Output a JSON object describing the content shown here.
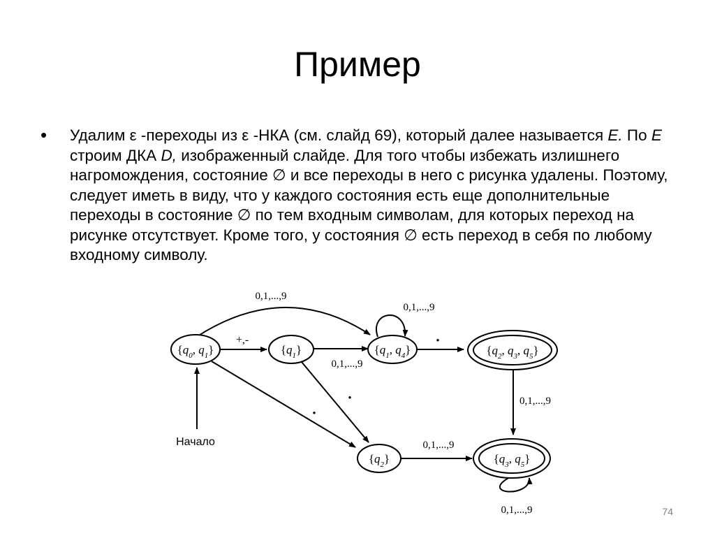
{
  "slide": {
    "title": "Пример",
    "bullet_symbol": "•",
    "paragraph": {
      "p1": "Удалим ε -переходы из ε -НКА (см. слайд 69), который далее называется ",
      "e1": "E.",
      "p2": " По ",
      "e2": "E",
      "p3": " строим ДКА ",
      "d": "D,",
      "p4": " изображенный слайде. Для того чтобы избежать излишнего нагромождения, состояние ∅ и все переходы в него с рисунка удалены. Поэтому, следует иметь в виду, что у каждого состояния есть еще дополнительные переходы в состояние ∅ по тем входным символам, для которых переход на рисунке отсутствует. Кроме того, у состояния ∅ есть переход в себя по любому входному символу."
    },
    "page_number": "74"
  },
  "diagram": {
    "states": {
      "s_q0q1": {
        "q": [
          "0",
          "1"
        ]
      },
      "s_q1": {
        "q": [
          "1"
        ]
      },
      "s_q1q4": {
        "q": [
          "1",
          "4"
        ]
      },
      "s_q2q3q5": {
        "q": [
          "2",
          "3",
          "5"
        ],
        "accepting": true
      },
      "s_q2": {
        "q": [
          "2"
        ]
      },
      "s_q3q5": {
        "q": [
          "3",
          "5"
        ],
        "accepting": true
      }
    },
    "start_label": "Начало",
    "edge_labels": {
      "top_arc": "0,1,...,9",
      "plus_minus": "+,-",
      "q1_to_q1q4": "0,1,...,9",
      "self_loop_q1q4": "0,1,...,9",
      "dot_q1q4_to_q2q3q5": "•",
      "dot_q1_to_q2": "•",
      "dot_q0q1_to_q2": "•",
      "q2q3q5_to_q3q5": "0,1,...,9",
      "q2_to_q3q5": "0,1,...,9",
      "self_loop_q3q5": "0,1,...,9"
    }
  }
}
